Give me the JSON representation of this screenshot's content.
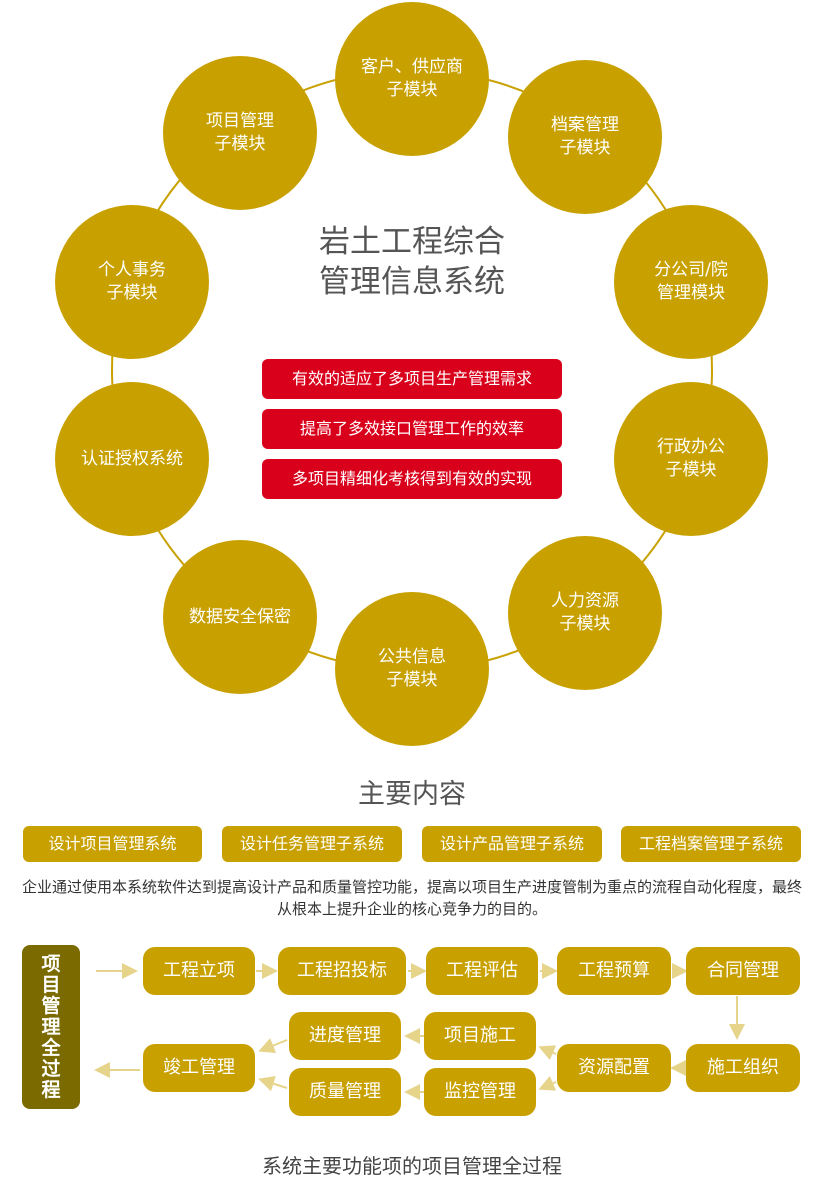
{
  "ring": {
    "center_title": "岩土工程综合\n管理信息系统",
    "nodes": [
      {
        "label": "客户、供应商\n子模块"
      },
      {
        "label": "档案管理\n子模块"
      },
      {
        "label": "分公司/院\n管理模块"
      },
      {
        "label": "行政办公\n子模块"
      },
      {
        "label": "人力资源\n子模块"
      },
      {
        "label": "公共信息\n子模块"
      },
      {
        "label": "数据安全保密"
      },
      {
        "label": "认证授权系统"
      },
      {
        "label": "个人事务\n子模块"
      },
      {
        "label": "项目管理\n子模块"
      }
    ],
    "benefits": [
      "有效的适应了多项目生产管理需求",
      "提高了多效接口管理工作的效率",
      "多项目精细化考核得到有效的实现"
    ]
  },
  "main_content": {
    "title": "主要内容",
    "subsystems": [
      "设计项目管理系统",
      "设计任务管理子系统",
      "设计产品管理子系统",
      "工程档案管理子系统"
    ],
    "description": "企业通过使用本系统软件达到提高设计产品和质量管控功能，提高以项目生产进度管制为重点的流程自动化程度，最终从根本上提升企业的核心竞争力的目的。"
  },
  "process": {
    "side_label": "项目管理全过程",
    "steps_row1": [
      "工程立项",
      "工程招投标",
      "工程评估",
      "工程预算",
      "合同管理"
    ],
    "step_finish": "竣工管理",
    "steps_mid_top": [
      "进度管理",
      "项目施工"
    ],
    "steps_mid_bottom": [
      "质量管理",
      "监控管理"
    ],
    "step_resource": "资源配置",
    "step_construction_org": "施工组织",
    "footer": "系统主要功能项的项目管理全过程"
  },
  "colors": {
    "gold": "#c8a100",
    "red": "#d9001b",
    "dark_gold": "#7a6a00",
    "arrow": "#e6d48a"
  }
}
